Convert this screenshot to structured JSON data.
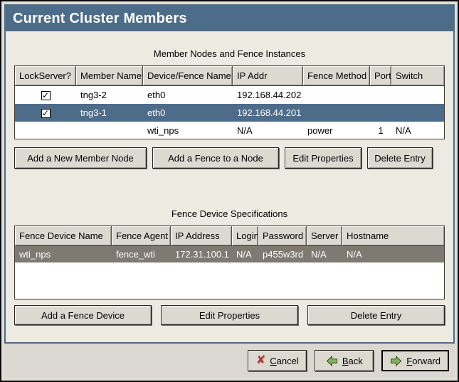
{
  "window": {
    "title": "Current Cluster Members"
  },
  "colors": {
    "accent_blue": "#4d6c8a",
    "selected_gray": "#7e7a71",
    "content_bg": "#edeae2",
    "button_bg": "#dcd9d1"
  },
  "icons": {
    "check": "✓",
    "cancel_x": "✘"
  },
  "members_section": {
    "caption": "Member Nodes and Fence Instances",
    "columns": [
      "LockServer?",
      "Member Name",
      "Device/Fence Name",
      "IP Addr",
      "Fence Method",
      "Port",
      "Switch"
    ],
    "rows": [
      {
        "lockserver": true,
        "member_name": "tng3-2",
        "device_fence_name": "eth0",
        "ip_addr": "192.168.44.202",
        "fence_method": "",
        "port": "",
        "switch": "",
        "selected": false
      },
      {
        "lockserver": true,
        "member_name": "tng3-1",
        "device_fence_name": "eth0",
        "ip_addr": "192.168.44.201",
        "fence_method": "",
        "port": "",
        "switch": "",
        "selected": true
      },
      {
        "lockserver": false,
        "member_name": "",
        "device_fence_name": "wti_nps",
        "ip_addr": "N/A",
        "fence_method": "power",
        "port": "1",
        "switch": "N/A",
        "selected": false
      }
    ],
    "buttons": {
      "add_member": "Add a New Member Node",
      "add_fence": "Add a Fence to a Node",
      "edit": "Edit Properties",
      "delete": "Delete Entry"
    }
  },
  "devices_section": {
    "caption": "Fence Device Specifications",
    "columns": [
      "Fence Device Name",
      "Fence Agent",
      "IP Address",
      "Login",
      "Password",
      "Server",
      "Hostname"
    ],
    "rows": [
      {
        "fence_device_name": "wti_nps",
        "fence_agent": "fence_wti",
        "ip_address": "172.31.100.1",
        "login": "N/A",
        "password": "p455w3rd",
        "server": "N/A",
        "hostname": "N/A",
        "selected": true
      }
    ],
    "buttons": {
      "add_device": "Add a Fence Device",
      "edit": "Edit Properties",
      "delete": "Delete Entry"
    }
  },
  "actions": {
    "cancel": "Cancel",
    "back": "Back",
    "forward": "Forward"
  }
}
